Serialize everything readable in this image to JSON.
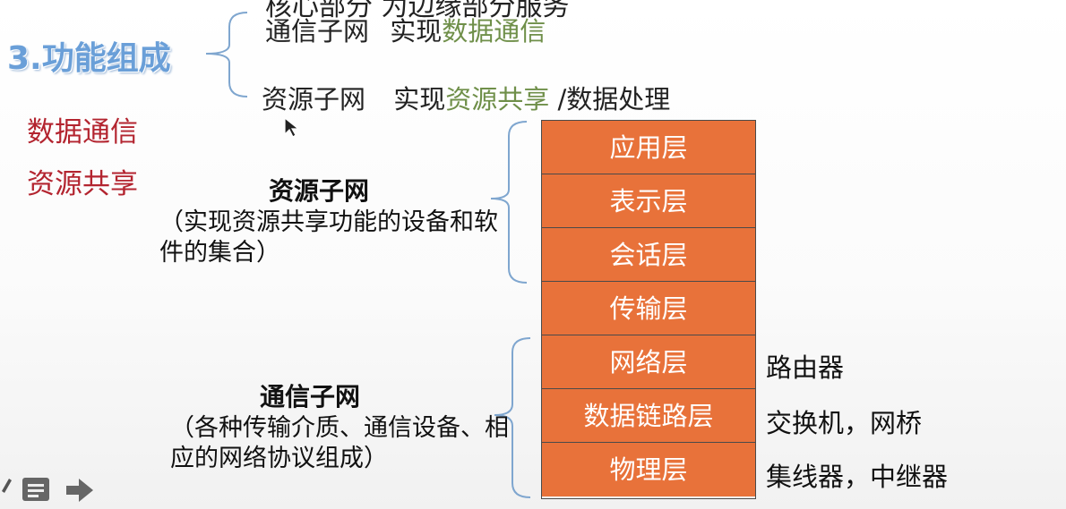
{
  "slide": {
    "cut_top_text": "核心部分  为边缘部分服务",
    "section_title": "3.功能组成",
    "row_comm": {
      "name": "通信子网",
      "prefix": "实现",
      "highlight": "数据通信"
    },
    "row_res": {
      "name": "资源子网",
      "prefix": "实现",
      "highlight": "资源共享",
      "suffix": "/数据处理"
    },
    "side_items": [
      "数据通信",
      "资源共享"
    ],
    "resource_group": {
      "title": "资源子网",
      "desc": "（实现资源共享功能的设备和软件的集合）"
    },
    "comm_group": {
      "title": "通信子网",
      "desc": "（各种传输介质、通信设备、相应的网络协议组成）"
    },
    "layers": [
      "应用层",
      "表示层",
      "会话层",
      "传输层",
      "网络层",
      "数据链路层",
      "物理层"
    ],
    "devices": [
      "路由器",
      "交换机，网桥",
      "集线器，中继器"
    ]
  },
  "colors": {
    "layer_fill": "#e8723a",
    "title_blue": "#6a9fd8",
    "highlight_green": "#6f8f49",
    "item_red": "#b3242f",
    "brace_blue": "#7fa6cf"
  },
  "icons": [
    "pen-icon",
    "menu-icon",
    "arrow-right-icon"
  ]
}
